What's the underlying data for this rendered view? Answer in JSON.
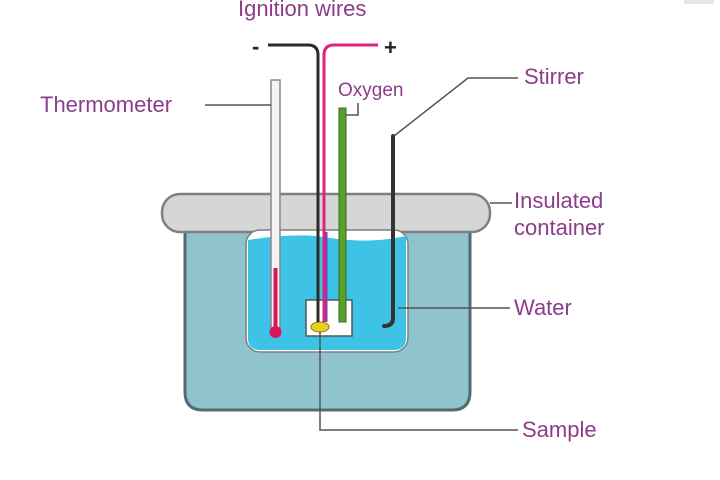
{
  "labels": {
    "ignition_wires": "Ignition wires",
    "minus": "-",
    "plus": "+",
    "oxygen": "Oxygen",
    "thermometer": "Thermometer",
    "stirrer": "Stirrer",
    "insulated_container_line1": "Insulated",
    "insulated_container_line2": "container",
    "water": "Water",
    "sample": "Sample"
  },
  "colors": {
    "label_text": "#8c3d8a",
    "container_body": "#8fc4cf",
    "lid": "#d6d6d6",
    "water": "#3ec3e6",
    "negative_wire": "#2b2b2b",
    "positive_wire": "#e0227a",
    "oxygen_tube": "#5aa02c",
    "thermometer_bulb": "#d6165f",
    "sample": "#e8d021"
  }
}
